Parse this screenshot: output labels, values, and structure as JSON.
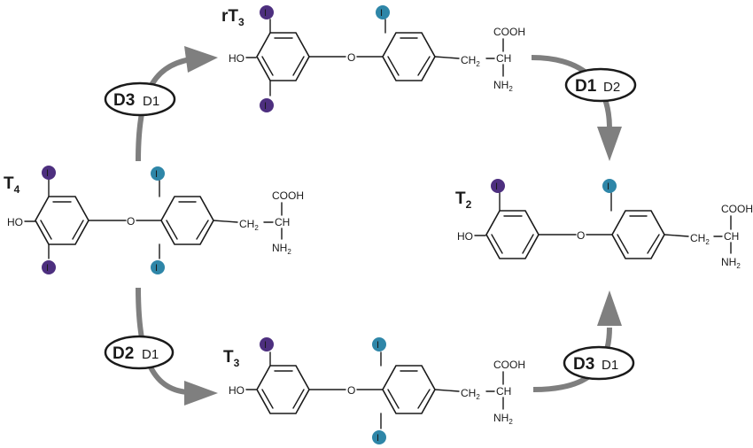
{
  "colors": {
    "inner_ring_iodine": "#4d2f7f",
    "outer_ring_iodine": "#2e86a8",
    "arrow": "#7f7f7f"
  },
  "atoms": {
    "iodine": "I",
    "hydroxyl": "HO",
    "ether_oxygen": "O",
    "carboxyl": "COOH",
    "alpha_carbon": "CH",
    "methylene": "CH",
    "methylene_subscript": "2",
    "amine": "NH",
    "amine_subscript": "2"
  },
  "molecules": {
    "t4": {
      "label": "T",
      "subscript": "4",
      "iodines": {
        "inner_ring": 2,
        "outer_ring": 2
      }
    },
    "rt3": {
      "label": "rT",
      "subscript": "3",
      "iodines": {
        "inner_ring": 2,
        "outer_ring": 1
      }
    },
    "t3": {
      "label": "T",
      "subscript": "3",
      "iodines": {
        "inner_ring": 1,
        "outer_ring": 2
      }
    },
    "t2": {
      "label": "T",
      "subscript": "2",
      "iodines": {
        "inner_ring": 1,
        "outer_ring": 1
      }
    }
  },
  "conversions": [
    {
      "from": "T4",
      "to": "rT3",
      "primary_enzyme": "D3",
      "secondary_enzyme": "D1"
    },
    {
      "from": "rT3",
      "to": "T2",
      "primary_enzyme": "D1",
      "secondary_enzyme": "D2"
    },
    {
      "from": "T4",
      "to": "T3",
      "primary_enzyme": "D2",
      "secondary_enzyme": "D1"
    },
    {
      "from": "T3",
      "to": "T2",
      "primary_enzyme": "D3",
      "secondary_enzyme": "D1"
    }
  ]
}
